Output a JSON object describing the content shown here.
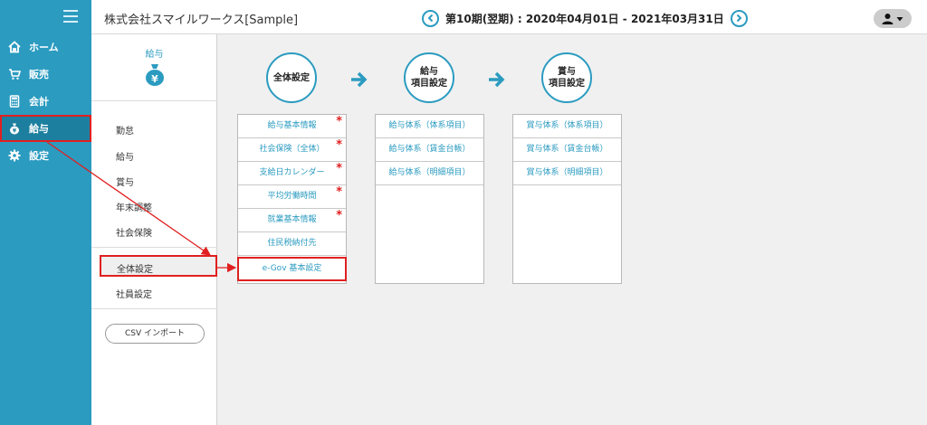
{
  "header": {
    "company": "株式会社スマイルワークス[Sample]",
    "period": "第10期(翌期) : 2020年04月01日 - 2021年03月31日"
  },
  "sidebar": {
    "items": [
      {
        "label": "ホーム",
        "icon": "home-icon"
      },
      {
        "label": "販売",
        "icon": "cart-icon"
      },
      {
        "label": "会計",
        "icon": "calculator-icon"
      },
      {
        "label": "給与",
        "icon": "money-bag-icon"
      },
      {
        "label": "設定",
        "icon": "gear-icon"
      }
    ]
  },
  "submenu": {
    "title": "給与",
    "items": [
      "勤怠",
      "給与",
      "賞与",
      "年末調整",
      "社会保険"
    ],
    "active": "全体設定",
    "extra": "社員設定",
    "csv_label": "CSV インポート"
  },
  "steps": {
    "step1": "全体設定",
    "step2_line1": "給与",
    "step2_line2": "項目設定",
    "step3_line1": "賞与",
    "step3_line2": "項目設定"
  },
  "columns": {
    "col1": [
      "給与基本情報",
      "社会保険（全体）",
      "支給日カレンダー",
      "平均労働時間",
      "就業基本情報",
      "住民税納付先"
    ],
    "col1_required_mark": "*",
    "col1_egov": "e-Gov 基本設定",
    "col2": [
      "給与体系（体系項目）",
      "給与体系（賃金台帳）",
      "給与体系（明細項目）"
    ],
    "col3": [
      "賞与体系（体系項目）",
      "賞与体系（賃金台帳）",
      "賞与体系（明細項目）"
    ]
  },
  "colors": {
    "accent": "#2b9bc0",
    "highlight": "#e02020"
  }
}
